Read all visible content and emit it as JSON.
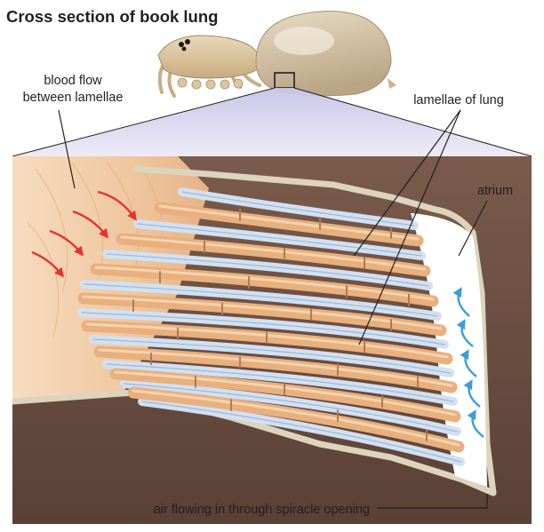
{
  "title": "Cross section of book lung",
  "labels": {
    "blood_flow_line1": "blood flow",
    "blood_flow_line2": "between lamellae",
    "lamellae": "lamellae of lung",
    "atrium": "atrium",
    "air_flow": "air flowing in through spiracle opening"
  },
  "colors": {
    "hemolymph": "#eab98a",
    "lamella": "#d2e0f0",
    "tissue": "#6b4f43",
    "body_cavity": "#f1cfae",
    "blood_arrow": "#e8322d",
    "air_arrow": "#3a9fd8",
    "cuticle": "#ddd4bd"
  }
}
